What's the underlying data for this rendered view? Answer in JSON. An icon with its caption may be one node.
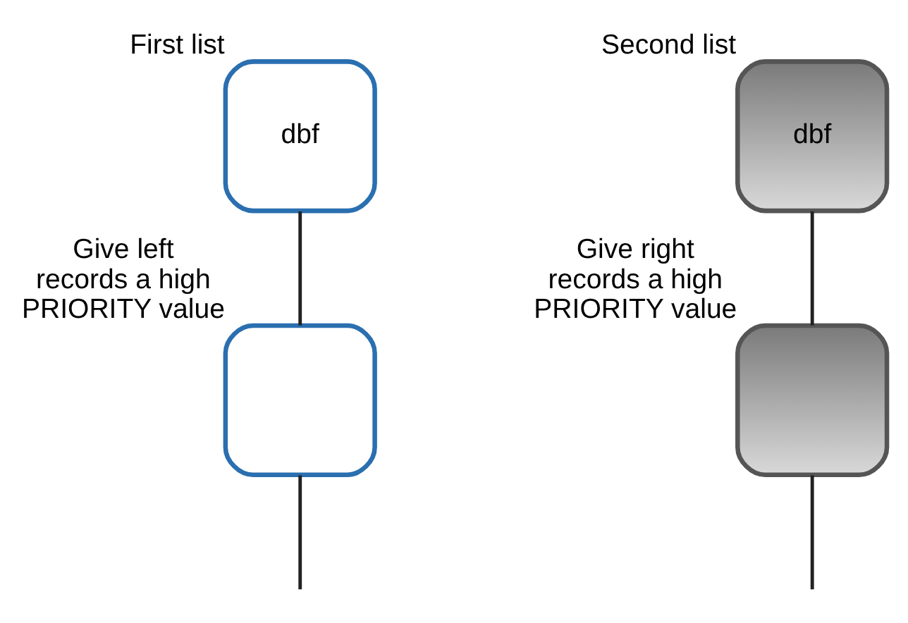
{
  "diagram": {
    "nodes": [
      {
        "text": [
          "dbf"
        ],
        "beside": [
          "First list"
        ]
      },
      {
        "text": [
          "dbf"
        ],
        "beside": [
          "Second list"
        ]
      },
      {
        "text": [],
        "shape": "box",
        "beside": [
          "Give left records a high PRIORITY value"
        ]
      },
      {
        "text": [],
        "shape": "box",
        "beside": [
          "Give right records a high PRIORITY value"
        ]
      }
    ],
    "edges": [
      {
        "from": 0,
        "to": 2,
        "arrow": "none"
      },
      {
        "from": 1,
        "to": 3,
        "arrow": "none"
      },
      {
        "from": 2,
        "to": null,
        "arrow": "none"
      },
      {
        "from": 3,
        "to": null,
        "arrow": "none"
      }
    ]
  }
}
